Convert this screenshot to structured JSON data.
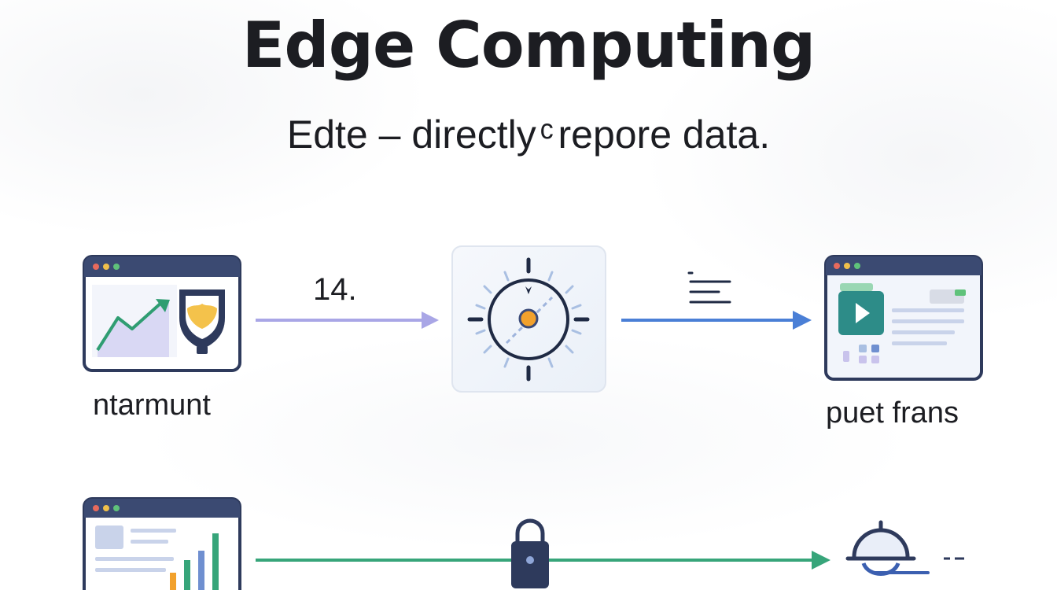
{
  "title": "Edge Computing",
  "subtitle": "Edte – directly ͨ repore data.",
  "nodes": {
    "source_label": "ntarmunt",
    "target_label": "puet frans"
  },
  "edges": {
    "first_label": "14."
  },
  "colors": {
    "arrow_purple": "#a9a6e6",
    "arrow_blue": "#4a7fd6",
    "arrow_green": "#37a57a",
    "window_border": "#2e3a5c",
    "accent_orange": "#f2a12c",
    "accent_teal": "#2d8c88",
    "chart_green": "#2f9d72"
  },
  "icons": {
    "source": "browser-chart-shield-icon",
    "hub": "compass-hub-icon",
    "target": "browser-video-icon",
    "bottom_source": "browser-report-chart-icon",
    "lock": "lock-icon",
    "bottom_target": "cloud-globe-icon",
    "lines": "menu-lines-icon"
  }
}
